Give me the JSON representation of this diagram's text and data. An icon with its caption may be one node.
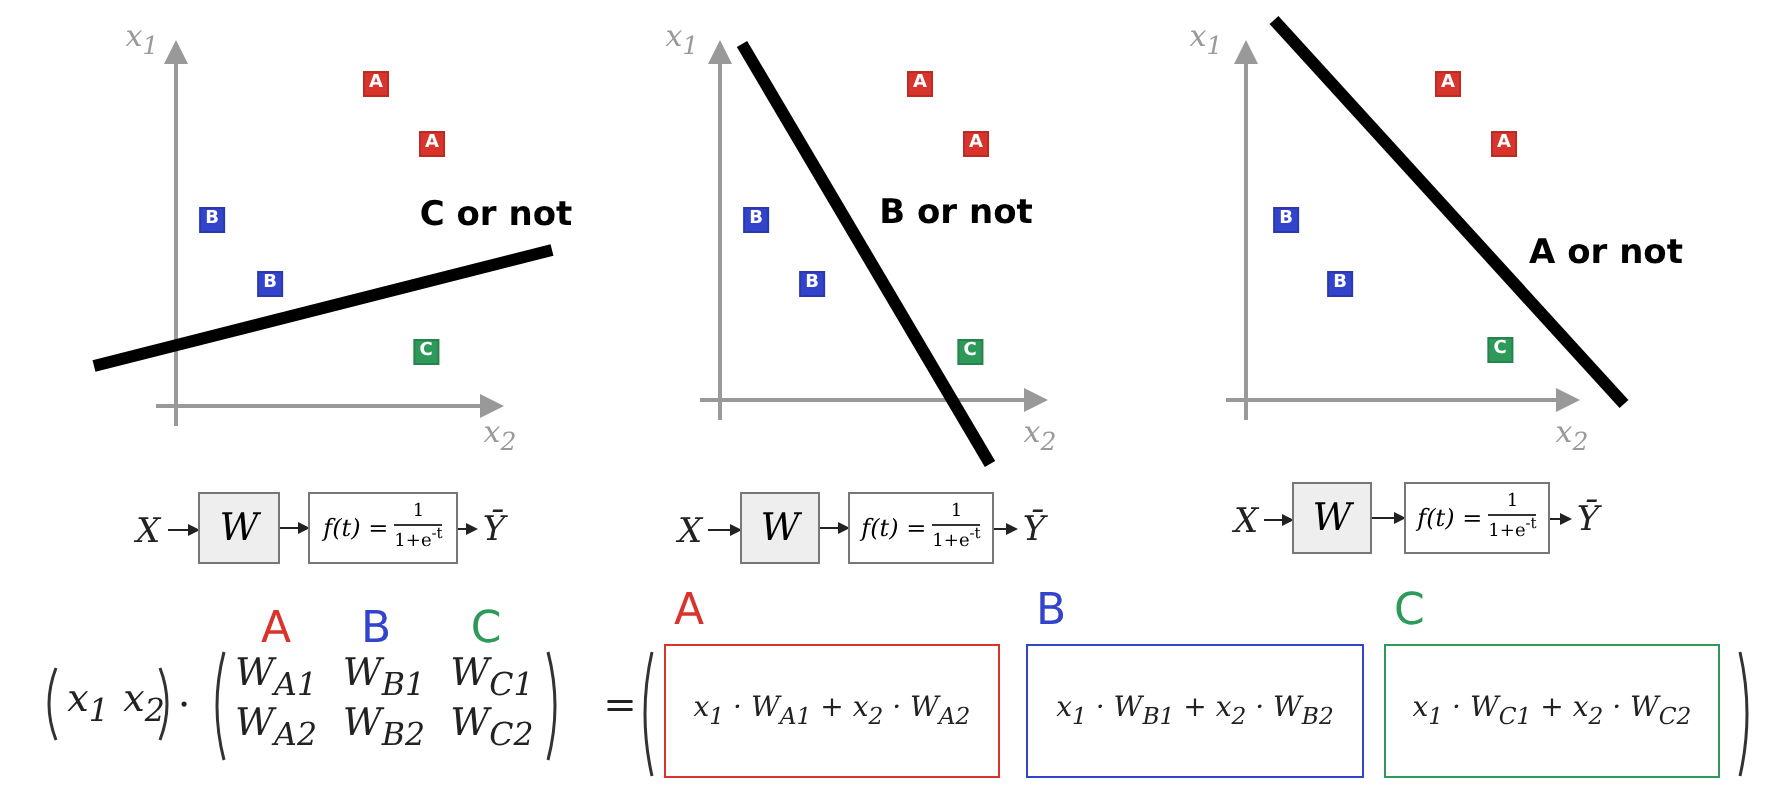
{
  "diagram": {
    "nodes": [
      {
        "text": [
          "X"
        ]
      },
      {
        "text": [
          "W"
        ]
      },
      {
        "text": [
          "f(t) =",
          "1",
          "1+e$^{-t}$"
        ]
      },
      {
        "text": [
          "Ȳ"
        ]
      },
      {
        "text": [
          "X"
        ]
      },
      {
        "text": [
          "W"
        ]
      },
      {
        "text": [
          "f(t) =",
          "1",
          "1+e$^{-t}$"
        ]
      },
      {
        "text": [
          "Ȳ"
        ]
      },
      {
        "text": [
          "X"
        ]
      },
      {
        "text": [
          "W"
        ]
      },
      {
        "text": [
          "f(t) =",
          "1",
          "1+e$^{-t}$"
        ]
      },
      {
        "text": [
          "Ȳ"
        ]
      },
      {
        "text": [
          "A",
          "x$_{1}$ · W$_{A1}$ + x$_{2}$ · W$_{A2}$"
        ]
      },
      {
        "text": [
          "B",
          "x$_{1}$ · W$_{B1}$ + x$_{2}$ · W$_{B2}$"
        ]
      },
      {
        "text": [
          "C",
          "x$_{1}$ · W$_{C1}$ + x$_{2}$ · W$_{C2}$"
        ]
      }
    ],
    "edges": [
      {
        "from": 0,
        "to": 1,
        "arrow": "to"
      },
      {
        "from": 1,
        "to": 2,
        "arrow": "to"
      },
      {
        "from": 2,
        "to": 3,
        "arrow": "to"
      },
      {
        "from": 4,
        "to": 5,
        "arrow": "to"
      },
      {
        "from": 5,
        "to": 6,
        "arrow": "to"
      },
      {
        "from": 6,
        "to": 7,
        "arrow": "to"
      },
      {
        "from": 8,
        "to": 9,
        "arrow": "to"
      },
      {
        "from": 9,
        "to": 10,
        "arrow": "to"
      },
      {
        "from": 10,
        "to": 11,
        "arrow": "to"
      }
    ],
    "labels": [
      "x$_{1}$",
      "A",
      "A",
      "B",
      "C or not",
      "B",
      "C",
      "x$_{2}$",
      "x$_{1}$",
      "A",
      "A",
      "B",
      "B or not",
      "B",
      "C",
      "x$_{2}$",
      "x$_{1}$",
      "A",
      "A",
      "B",
      "A or not",
      "B",
      "C",
      "x$_{2}$",
      "A",
      "B",
      "C",
      "x$_{1}$",
      "x$_{2}$",
      "·",
      "W$_{A1}$",
      "W$_{B1}$",
      "W$_{C1}$",
      "W$_{A2}$",
      "W$_{B2}$",
      "W$_{C2}$",
      "="
    ]
  }
}
